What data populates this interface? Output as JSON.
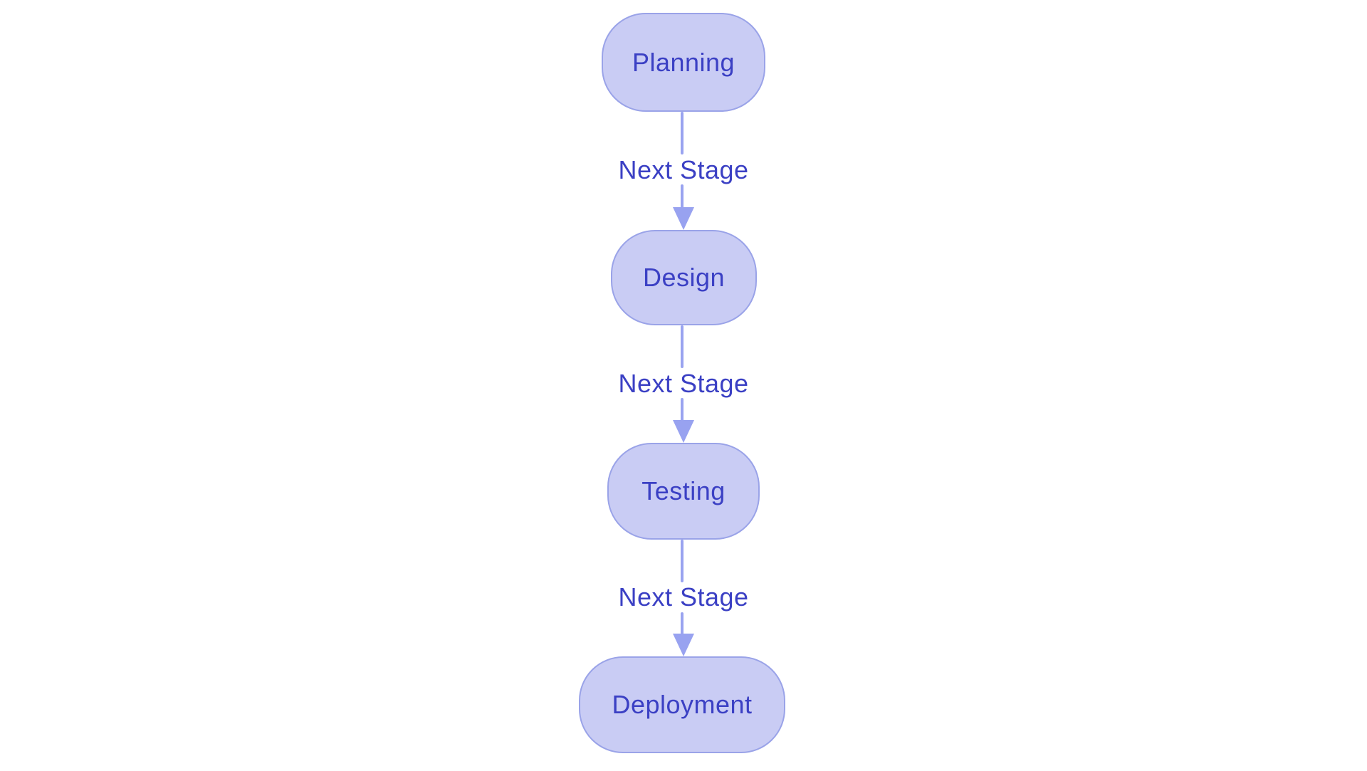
{
  "diagram": {
    "type": "flowchart",
    "direction": "top-down",
    "nodes": [
      {
        "id": "planning",
        "label": "Planning"
      },
      {
        "id": "design",
        "label": "Design"
      },
      {
        "id": "testing",
        "label": "Testing"
      },
      {
        "id": "deployment",
        "label": "Deployment"
      }
    ],
    "edges": [
      {
        "from": "planning",
        "to": "design",
        "label": "Next Stage"
      },
      {
        "from": "design",
        "to": "testing",
        "label": "Next Stage"
      },
      {
        "from": "testing",
        "to": "deployment",
        "label": "Next Stage"
      }
    ],
    "colors": {
      "background": "#ffffff",
      "node_fill": "#c9ccf4",
      "node_border": "#9aa3e8",
      "edge_line": "#99a3f0",
      "text": "#3b40c4"
    }
  }
}
